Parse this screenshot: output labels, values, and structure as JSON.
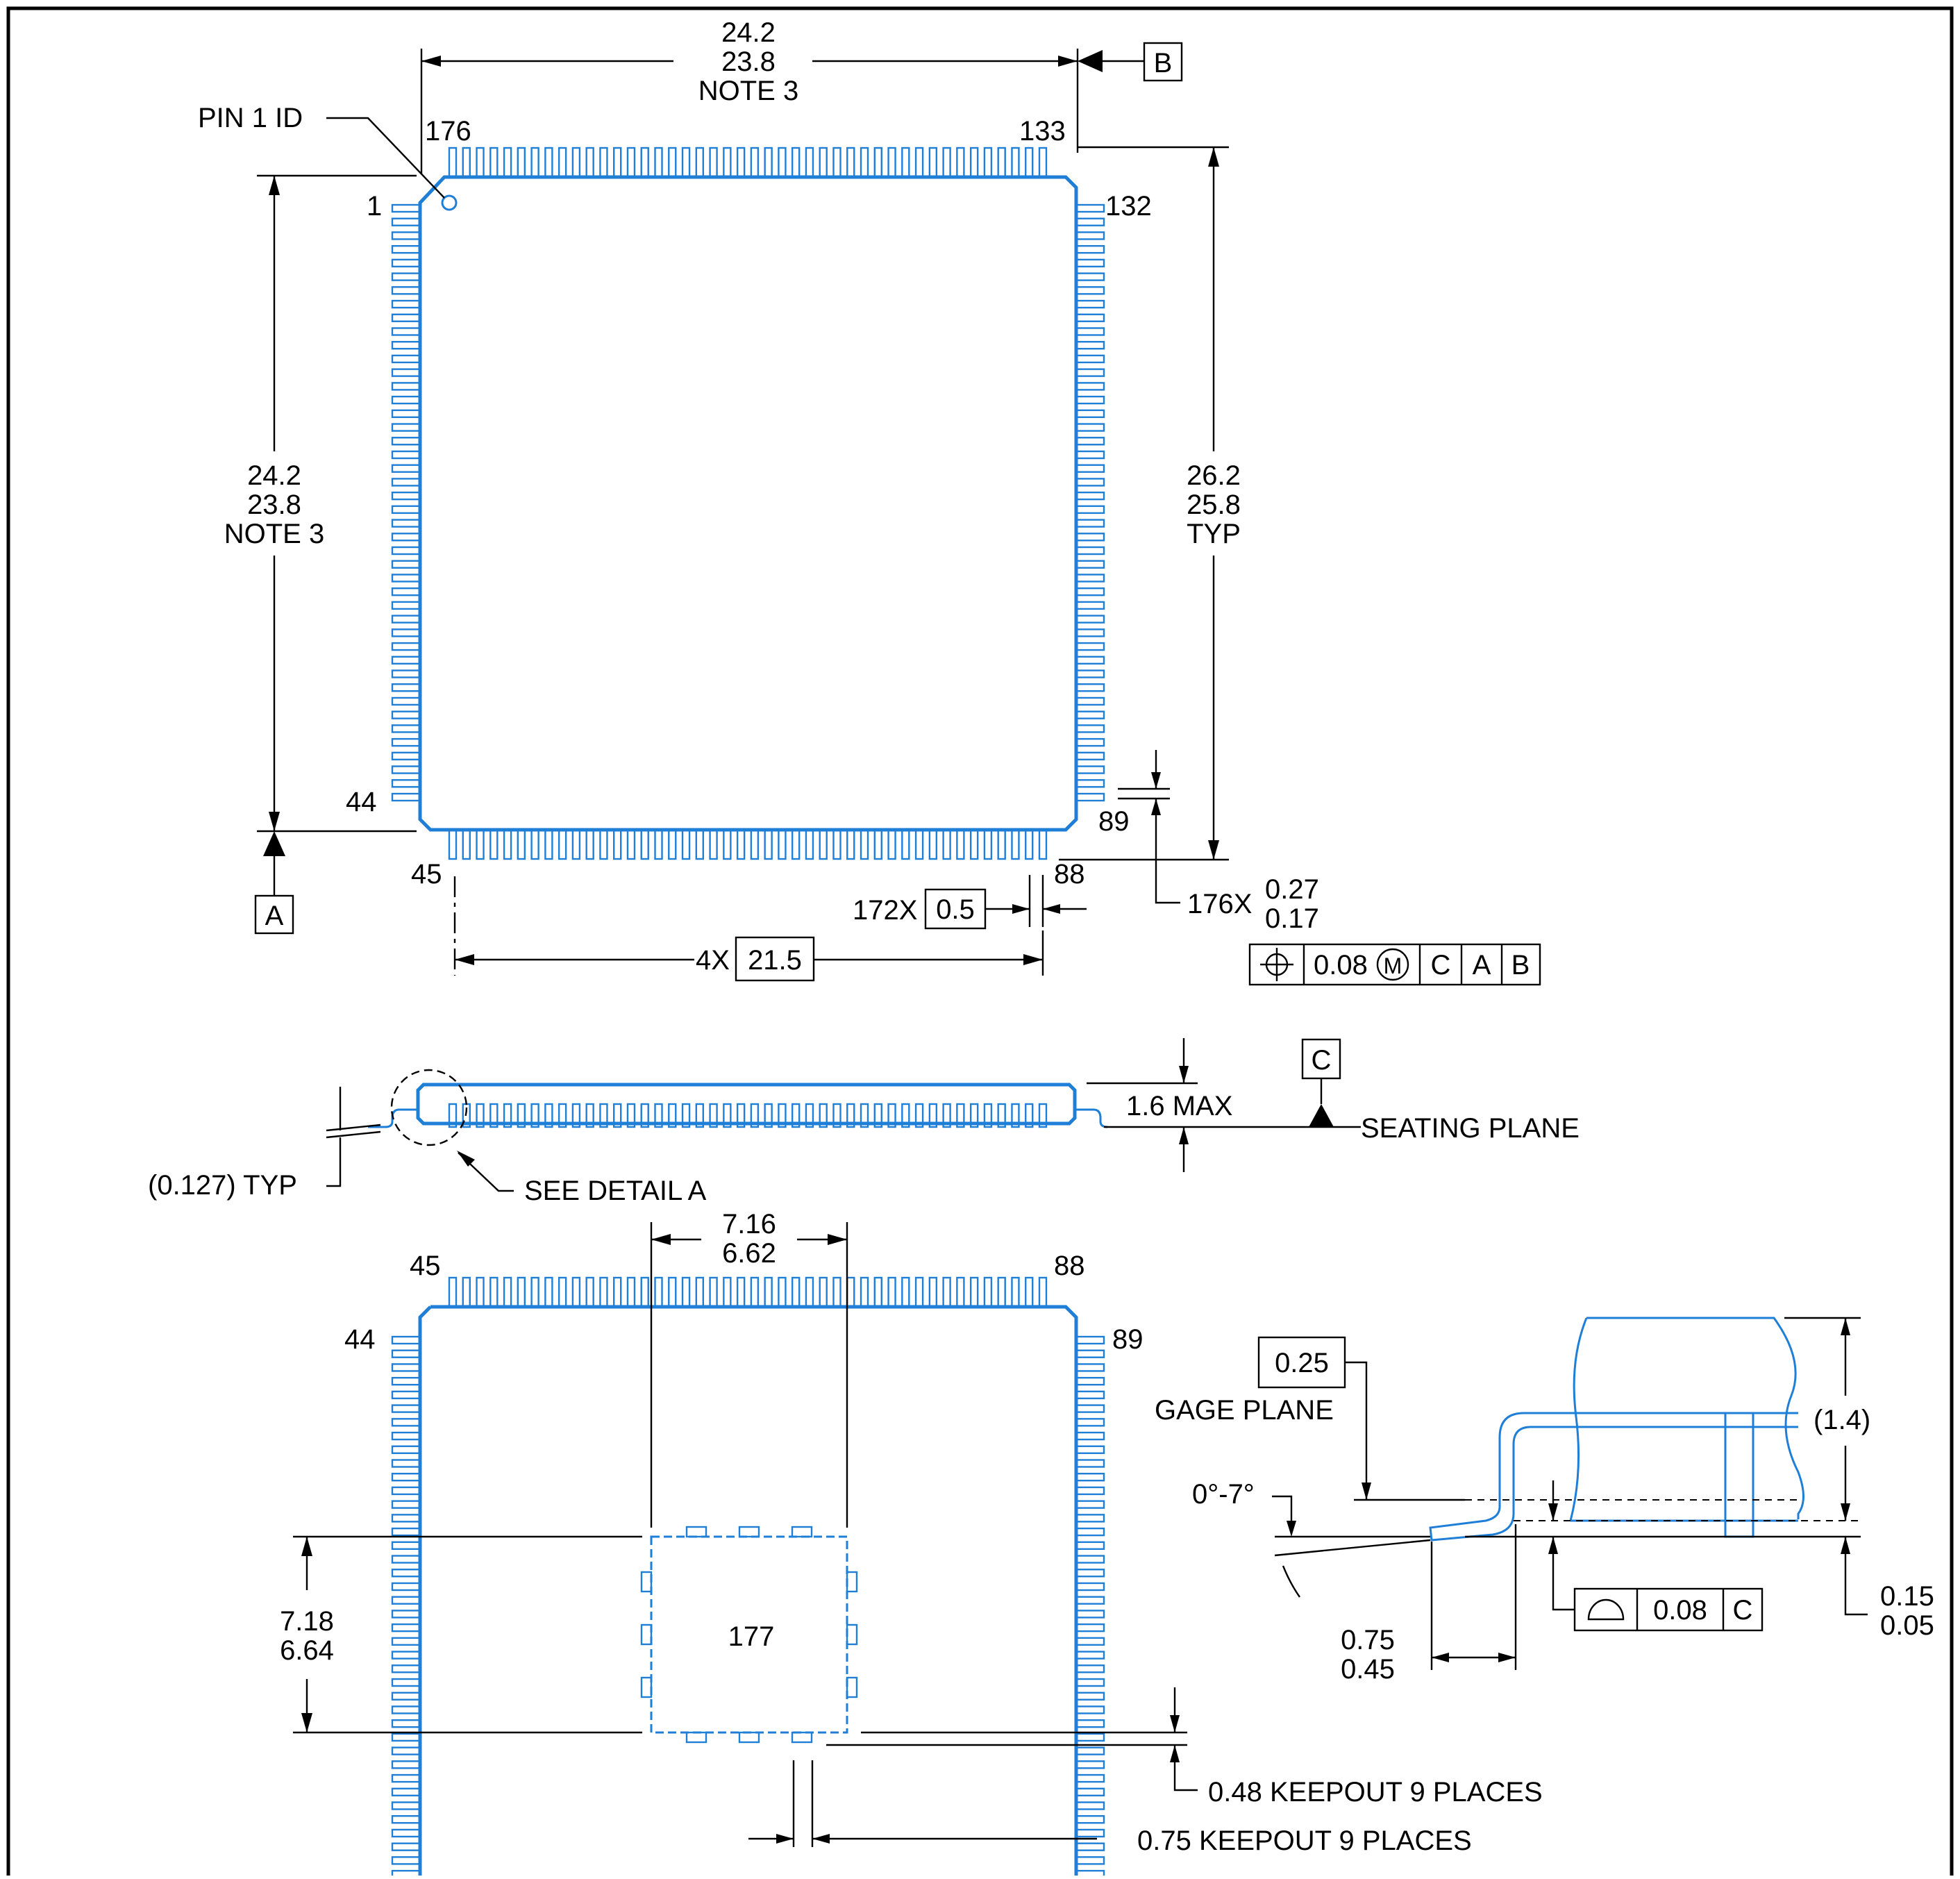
{
  "colors": {
    "outline": "#1f7fd6",
    "dimension": "#000000",
    "background": "#ffffff"
  },
  "top": {
    "width_dim": {
      "max": "24.2",
      "min": "23.8",
      "note": "NOTE 3"
    },
    "height_dim": {
      "max": "24.2",
      "min": "23.8",
      "note": "NOTE 3"
    },
    "lead_span": {
      "max": "26.2",
      "min": "25.8",
      "note": "TYP"
    },
    "pin1_label": "PIN 1 ID",
    "pins": {
      "p1": "1",
      "p44": "44",
      "p45": "45",
      "p88": "88",
      "p89": "89",
      "p132": "132",
      "p133": "133",
      "p176": "176"
    },
    "datum_a": "A",
    "datum_b": "B",
    "pitch_count": "172X",
    "pitch_value": "0.5",
    "span_count": "4X",
    "span_value": "21.5",
    "lead_width_count": "176X",
    "lead_width_max": "0.27",
    "lead_width_min": "0.17",
    "fcf": {
      "symbol": "position-icon",
      "value": "0.08",
      "modifier": "M",
      "ref1": "C",
      "ref2": "A",
      "ref3": "B"
    }
  },
  "side": {
    "max_height": "1.6 MAX",
    "datum_c": "C",
    "seating_plane": "SEATING PLANE",
    "see_detail": "SEE DETAIL A",
    "lead_thk": "(0.127) TYP"
  },
  "bottom": {
    "pins": {
      "p44": "44",
      "p45": "45",
      "p88": "88",
      "p89": "89"
    },
    "pad_w": {
      "max": "7.16",
      "min": "6.62"
    },
    "pad_h": {
      "max": "7.18",
      "min": "6.64"
    },
    "pad_number": "177",
    "keepout1": "0.48 KEEPOUT 9 PLACES",
    "keepout2": "0.75 KEEPOUT 9 PLACES"
  },
  "detail": {
    "gage_value": "0.25",
    "gage_plane": "GAGE PLANE",
    "angle": "0°-7°",
    "height": "(1.4)",
    "standoff_max": "0.15",
    "standoff_min": "0.05",
    "foot_max": "0.75",
    "foot_min": "0.45",
    "flat_value": "0.08",
    "flat_ref": "C",
    "flat_symbol": "flatness-icon"
  }
}
